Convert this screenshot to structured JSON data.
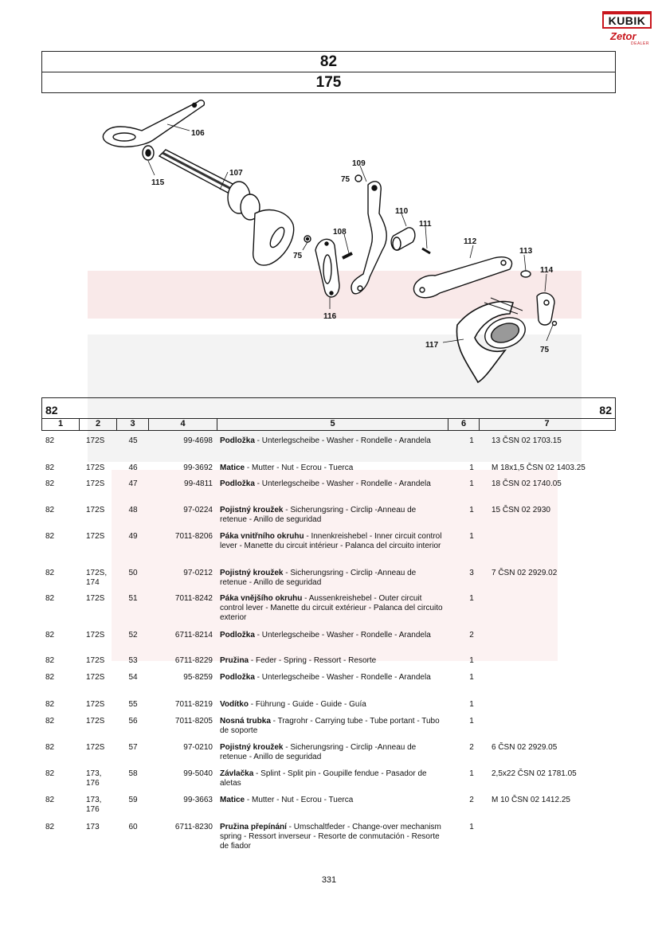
{
  "logo": {
    "brand": "KUBIK",
    "sub": "Zetor",
    "tag": "DEALER"
  },
  "header": {
    "group": "82",
    "figure": "175"
  },
  "diagram_labels": [
    "106",
    "107",
    "115",
    "75",
    "108",
    "116",
    "109",
    "75",
    "110",
    "111",
    "112",
    "113",
    "114",
    "117",
    "75"
  ],
  "table": {
    "group_left": "82",
    "group_right": "82",
    "columns": [
      "1",
      "2",
      "3",
      "4",
      "5",
      "6",
      "7"
    ],
    "rows": [
      {
        "c1": "82",
        "c2": "172S",
        "c3": "45",
        "c4": "99-4698",
        "name": "Podložka",
        "desc": " - Unterlegscheibe - Washer - Rondelle - Arandela",
        "qty": "1",
        "note": "13 ČSN 02 1703.15"
      },
      {
        "c1": "82",
        "c2": "172S",
        "c3": "46",
        "c4": "99-3692",
        "name": "Matice",
        "desc": " - Mutter - Nut - Ecrou - Tuerca",
        "qty": "1",
        "note": "M 18x1,5 ČSN 02 1403.25"
      },
      {
        "c1": "82",
        "c2": "172S",
        "c3": "47",
        "c4": "99-4811",
        "name": "Podložka",
        "desc": " - Unterlegscheibe - Washer - Rondelle - Arandela",
        "qty": "1",
        "note": "18 ČSN 02 1740.05"
      },
      {
        "c1": "82",
        "c2": "172S",
        "c3": "48",
        "c4": "97-0224",
        "name": "Pojistný kroužek",
        "desc": " - Sicherungsring - Circlip -Anneau de retenue - Anillo de seguridad",
        "qty": "1",
        "note": "15 ČSN 02 2930"
      },
      {
        "c1": "82",
        "c2": "172S",
        "c3": "49",
        "c4": "7011-8206",
        "name": "Páka vnitřního okruhu",
        "desc": " - Innenkreishebel - Inner circuit control lever - Manette du circuit intérieur - Palanca del circuito interior",
        "qty": "1",
        "note": ""
      },
      {
        "c1": "82",
        "c2": "172S, 174",
        "c3": "50",
        "c4": "97-0212",
        "name": "Pojistný kroužek",
        "desc": " - Sicherungsring - Circlip -Anneau de retenue - Anillo de seguridad",
        "qty": "3",
        "note": "7 ČSN 02 2929.02"
      },
      {
        "c1": "82",
        "c2": "172S",
        "c3": "51",
        "c4": "7011-8242",
        "name": "Páka vnějšího okruhu",
        "desc": " - Aussenkreishebel - Outer circuit control lever - Manette du circuit extérieur - Palanca del circuito exterior",
        "qty": "1",
        "note": ""
      },
      {
        "c1": "82",
        "c2": "172S",
        "c3": "52",
        "c4": "6711-8214",
        "name": "Podložka",
        "desc": " - Unterlegscheibe - Washer - Rondelle - Arandela",
        "qty": "2",
        "note": ""
      },
      {
        "c1": "82",
        "c2": "172S",
        "c3": "53",
        "c4": "6711-8229",
        "name": "Pružina",
        "desc": " - Feder - Spring - Ressort - Resorte",
        "qty": "1",
        "note": ""
      },
      {
        "c1": "82",
        "c2": "172S",
        "c3": "54",
        "c4": "95-8259",
        "name": "Podložka",
        "desc": " - Unterlegscheibe - Washer - Rondelle - Arandela",
        "qty": "1",
        "note": ""
      },
      {
        "c1": "82",
        "c2": "172S",
        "c3": "55",
        "c4": "7011-8219",
        "name": "Vodítko",
        "desc": " - Führung - Guide - Guide - Guía",
        "qty": "1",
        "note": ""
      },
      {
        "c1": "82",
        "c2": "172S",
        "c3": "56",
        "c4": "7011-8205",
        "name": "Nosná trubka",
        "desc": " - Tragrohr - Carrying tube - Tube portant - Tubo de soporte",
        "qty": "1",
        "note": ""
      },
      {
        "c1": "82",
        "c2": "172S",
        "c3": "57",
        "c4": "97-0210",
        "name": "Pojistný kroužek",
        "desc": " - Sicherungsring - Circlip -Anneau de retenue - Anillo de seguridad",
        "qty": "2",
        "note": "6 ČSN 02 2929.05"
      },
      {
        "c1": "82",
        "c2": "173, 176",
        "c3": "58",
        "c4": "99-5040",
        "name": "Závlačka",
        "desc": " - Splint - Split pin - Goupille fendue - Pasador de aletas",
        "qty": "1",
        "note": "2,5x22 ČSN 02 1781.05"
      },
      {
        "c1": "82",
        "c2": "173, 176",
        "c3": "59",
        "c4": "99-3663",
        "name": "Matice",
        "desc": " - Mutter - Nut - Ecrou - Tuerca",
        "qty": "2",
        "note": "M 10 ČSN 02 1412.25"
      },
      {
        "c1": "82",
        "c2": "173",
        "c3": "60",
        "c4": "6711-8230",
        "name": "Pružina přepínání",
        "desc": " - Umschaltfeder - Change-over mechanism spring - Ressort inverseur - Resorte de conmutación - Resorte de fiador",
        "qty": "1",
        "note": ""
      }
    ]
  },
  "page_number": "331"
}
